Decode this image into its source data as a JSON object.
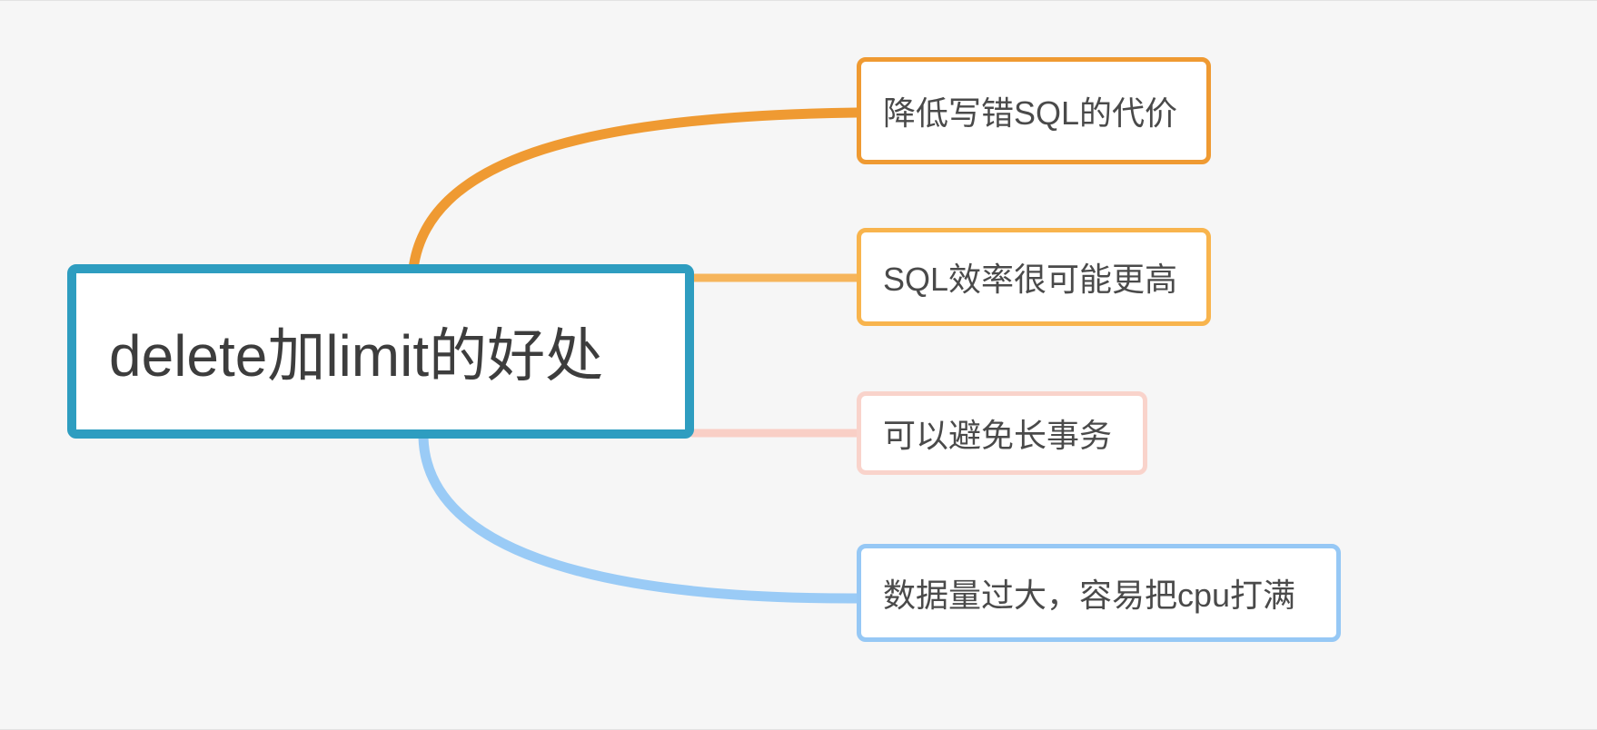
{
  "diagram": {
    "type": "mind-map",
    "background_color": "#f6f6f6",
    "root": {
      "id": "root",
      "label": "delete加limit的好处",
      "border_color": "#2e9dc0",
      "fill_color": "#ffffff",
      "text_color": "#3d3d3d"
    },
    "branches": [
      {
        "id": "b1",
        "label": "降低写错SQL的代价",
        "border_color": "#ef9a32",
        "connector_color": "#ef9a32",
        "fill_color": "#ffffff",
        "text_color": "#4a4a4a"
      },
      {
        "id": "b2",
        "label": "SQL效率很可能更高",
        "border_color": "#f8b44d",
        "connector_color": "#f6b55c",
        "fill_color": "#ffffff",
        "text_color": "#4a4a4a"
      },
      {
        "id": "b3",
        "label": "可以避免长事务",
        "border_color": "#f9d3cb",
        "connector_color": "#f9cfc6",
        "fill_color": "#ffffff",
        "text_color": "#4a4a4a"
      },
      {
        "id": "b4",
        "label": "数据量过大，容易把cpu打满",
        "border_color": "#96c8f5",
        "connector_color": "#9acbf6",
        "fill_color": "#ffffff",
        "text_color": "#4a4a4a"
      }
    ]
  }
}
